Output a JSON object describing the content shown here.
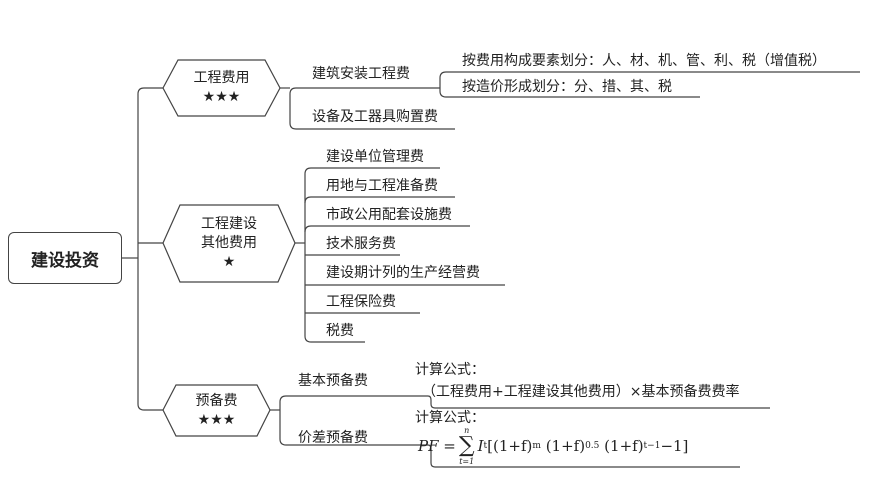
{
  "root": "建设投资",
  "branches": [
    {
      "title": "工程费用",
      "stars": "★★★",
      "children": [
        {
          "label": "建筑安装工程费",
          "children": [
            "按费用构成要素划分：人、材、机、管、利、税（增值税）",
            "按造价形成划分：分、措、其、税"
          ]
        },
        {
          "label": "设备及工器具购置费"
        }
      ]
    },
    {
      "title1": "工程建设",
      "title2": "其他费用",
      "stars": "★",
      "children": [
        "建设单位管理费",
        "用地与工程准备费",
        "市政公用配套设施费",
        "技术服务费",
        "建设期计列的生产经营费",
        "工程保险费",
        "税费"
      ]
    },
    {
      "title": "预备费",
      "stars": "★★★",
      "children": [
        {
          "label": "基本预备费",
          "formula_label": "计算公式：",
          "formula": "（工程费用+工程建设其他费用）×基本预备费费率"
        },
        {
          "label": "价差预备费",
          "formula_label": "计算公式：",
          "formula_lhs": "PF =",
          "sum_top": "n",
          "sum_bottom": "t=1",
          "formula_rhs": "I",
          "formula_sub": "t",
          "formula_body1": "[(1+f)",
          "exp_m": "m",
          "formula_body2": "(1+f)",
          "exp_05": "0.5",
          "formula_body3": "(1+f)",
          "exp_t": "t−1",
          "formula_body4": "−1]"
        }
      ]
    }
  ]
}
